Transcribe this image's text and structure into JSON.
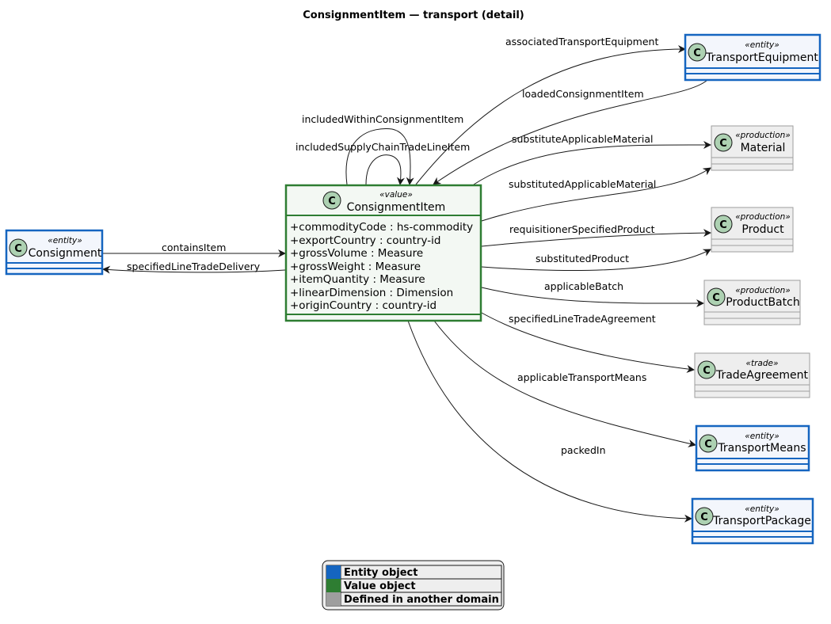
{
  "title": "ConsignmentItem — transport (detail)",
  "colors": {
    "entity_border": "#1565C0",
    "entity_fill": "#F3F6FC",
    "value_border": "#2E7D32",
    "value_fill": "#F3F8F3",
    "external_border": "#9E9E9E",
    "external_fill": "#EEEEEE",
    "class_circle": "#ADD1B2"
  },
  "classes": {
    "consignment_item": {
      "stereotype": "«value»",
      "name": "ConsignmentItem",
      "attributes": [
        "+commodityCode : hs-commodity",
        "+exportCountry : country-id",
        "+grossVolume : Measure",
        "+grossWeight : Measure",
        "+itemQuantity : Measure",
        "+linearDimension : Dimension",
        "+originCountry : country-id"
      ]
    },
    "consignment": {
      "stereotype": "«entity»",
      "name": "Consignment"
    },
    "transport_equipment": {
      "stereotype": "«entity»",
      "name": "TransportEquipment"
    },
    "material": {
      "stereotype": "«production»",
      "name": "Material"
    },
    "product": {
      "stereotype": "«production»",
      "name": "Product"
    },
    "product_batch": {
      "stereotype": "«production»",
      "name": "ProductBatch"
    },
    "trade_agreement": {
      "stereotype": "«trade»",
      "name": "TradeAgreement"
    },
    "transport_means": {
      "stereotype": "«entity»",
      "name": "TransportMeans"
    },
    "transport_package": {
      "stereotype": "«entity»",
      "name": "TransportPackage"
    }
  },
  "class_glyph": "C",
  "relations": {
    "associated_transport_equipment": "associatedTransportEquipment",
    "loaded_consignment_item": "loadedConsignmentItem",
    "included_within_consignment_item": "includedWithinConsignmentItem",
    "included_supply_chain_trade_line_item": "includedSupplyChainTradeLineItem",
    "substitute_applicable_material": "substituteApplicableMaterial",
    "substituted_applicable_material": "substitutedApplicableMaterial",
    "requisitioner_specified_product": "requisitionerSpecifiedProduct",
    "substituted_product": "substitutedProduct",
    "applicable_batch": "applicableBatch",
    "specified_line_trade_agreement": "specifiedLineTradeAgreement",
    "applicable_transport_means": "applicableTransportMeans",
    "packed_in": "packedIn",
    "contains_item": "containsItem",
    "specified_line_trade_delivery": "specifiedLineTradeDelivery"
  },
  "legend": {
    "entity": "Entity object",
    "value": "Value object",
    "external": "Defined in another domain"
  }
}
